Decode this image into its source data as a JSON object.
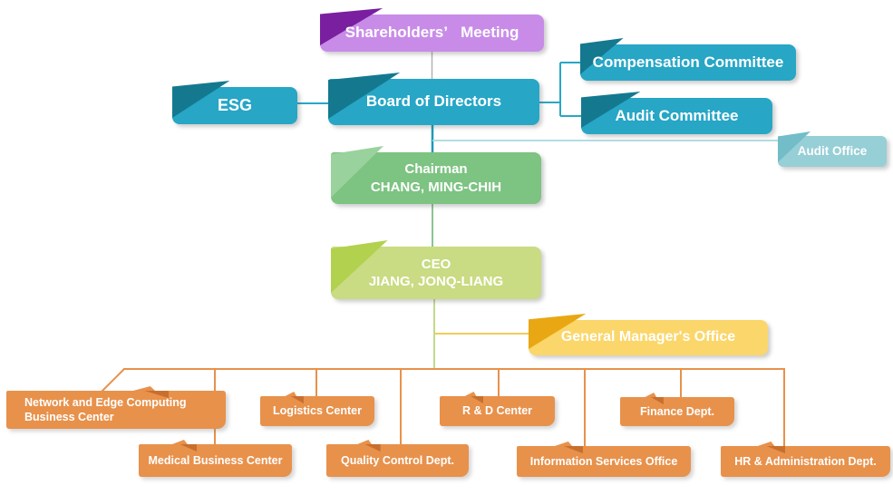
{
  "org_chart": {
    "shareholders": {
      "label": "Shareholders’   Meeting"
    },
    "esg": {
      "label": "ESG"
    },
    "board": {
      "label": "Board of Directors"
    },
    "compensation_committee": {
      "label": "Compensation Committee"
    },
    "audit_committee": {
      "label": "Audit Committee"
    },
    "audit_office": {
      "label": "Audit Office"
    },
    "chairman": {
      "title": "Chairman",
      "name": "CHANG, MING-CHIH"
    },
    "ceo": {
      "title": "CEO",
      "name": "JIANG, JONQ-LIANG"
    },
    "gm_office": {
      "label": "General Manager's Office"
    },
    "departments": {
      "network": {
        "label": "Network and Edge Computing Business Center"
      },
      "medical": {
        "label": "Medical Business Center"
      },
      "logistics": {
        "label": "Logistics Center"
      },
      "quality": {
        "label": "Quality Control Dept."
      },
      "rnd": {
        "label": "R & D Center"
      },
      "information": {
        "label": "Information Services Office"
      },
      "finance": {
        "label": "Finance Dept."
      },
      "hr": {
        "label": "HR & Administration Dept."
      }
    }
  },
  "colors": {
    "purple": "#c88ce8",
    "purple_fold": "#7a1fa0",
    "teal": "#27a6c6",
    "teal_fold": "#14798f",
    "light_teal": "#97cfd6",
    "light_teal_fold": "#72bdc7",
    "green": "#7dc382",
    "green_fold": "#9ad29d",
    "lime": "#c9db83",
    "lime_fold": "#b2d14e",
    "gold": "#fbd66a",
    "gold_fold": "#e9a713",
    "orange": "#e8914b",
    "orange_fold": "#c96f2e",
    "connector_teal": "#29a7c4",
    "connector_light_teal": "#a7d8e0",
    "connector_gray": "#b3b3b3",
    "connector_green": "#8cc591",
    "connector_lime": "#c2d98e",
    "connector_yellow": "#f0cd58",
    "connector_orange": "#e8914b"
  }
}
